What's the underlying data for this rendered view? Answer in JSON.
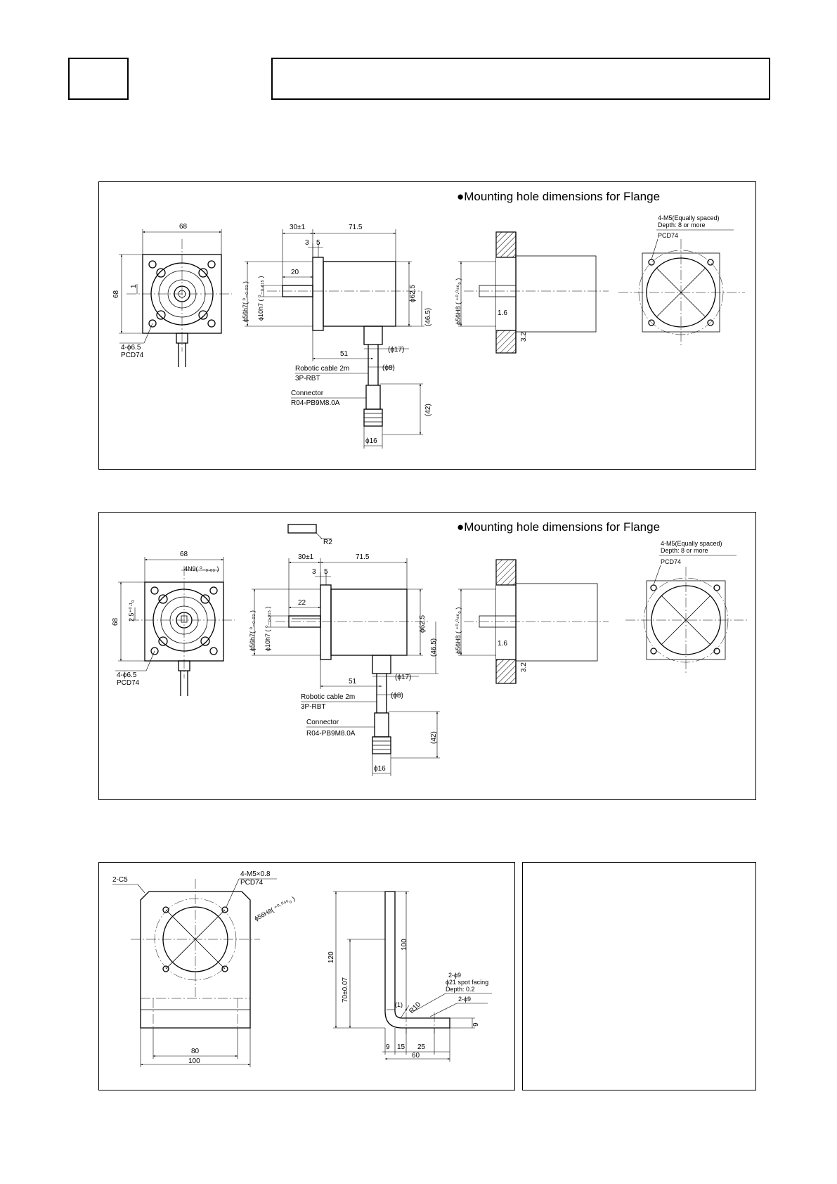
{
  "header": {
    "left_box": "",
    "right_box": ""
  },
  "panel1": {
    "heading": "●Mounting hole dimensions for  Flange",
    "labels": {
      "w68": "68",
      "h68": "68",
      "off1": "1",
      "holes": "4-ϕ6.5",
      "pcd": "PCD74",
      "d30": "30±1",
      "d71": "71.5",
      "d3": "3",
      "d5": "5",
      "d20": "20",
      "shaft_fit": "ϕ56h7( ⁰₋₀.₀₃ )",
      "shaft_d": "ϕ10h7 ( ⁰₋₀.₀₁₅ )",
      "body_d": "ϕ62.5",
      "h465": "(46.5)",
      "d51": "51",
      "d17": "(ϕ17)",
      "d8": "(ϕ8)",
      "cable": "Robotic cable 2m",
      "cable_type": "3P-RBT",
      "connector": "Connector",
      "connector_type": "R04-PB9M8.0A",
      "h42": "(42)",
      "d16": "ϕ16",
      "flange_fit": "ϕ56H8 ( ⁺⁰·⁰⁴⁶₀ )",
      "d16b": "1.6",
      "d32": "3.2",
      "tap": "4-M5(Equally spaced)",
      "depth": "Depth: 8 or more",
      "pcd2": "PCD74"
    }
  },
  "panel2": {
    "heading": "●Mounting hole dimensions for  Flange",
    "labels": {
      "r2": "R2",
      "w68": "68",
      "key": "4N9( ⁰₋₀.₀₃ )",
      "h68": "68",
      "off25": "2.5⁺⁰·¹₀",
      "holes": "4-ϕ6.5",
      "pcd": "PCD74",
      "d30": "30±1",
      "d71": "71.5",
      "d3": "3",
      "d5": "5",
      "d22": "22",
      "shaft_fit": "ϕ56h7( ⁰₋₀.₀₃ )",
      "shaft_d": "ϕ10h7 ( ⁰₋₀.₀₁₅ )",
      "body_d": "ϕ62.5",
      "h465": "(46.5)",
      "d51": "51",
      "d17": "(ϕ17)",
      "d8": "(ϕ8)",
      "cable": "Robotic cable 2m",
      "cable_type": "3P-RBT",
      "connector": "Connector",
      "connector_type": "R04-PB9M8.0A",
      "h42": "(42)",
      "d16": "ϕ16",
      "flange_fit": "ϕ56H8 ( ⁺⁰·⁰⁴⁶₀ )",
      "d16b": "1.6",
      "d32": "3.2",
      "tap": "4-M5(Equally spaced)",
      "depth": "Depth: 8 or more",
      "pcd2": "PCD74"
    }
  },
  "panel3": {
    "labels": {
      "c5": "2-C5",
      "tap": "4-M5×0.8",
      "pcd": "PCD74",
      "fit": "ϕ56H8( ⁺⁰·⁰⁴⁶₀ )",
      "w80": "80",
      "w100": "100",
      "h120": "120",
      "h70": "70±0.07",
      "h100": "100",
      "hole": "2-ϕ9",
      "spot": "ϕ21 spot facing",
      "depth": "Depth: 0.2",
      "hole2": "2-ϕ9",
      "r10": "R10",
      "one": "(1)",
      "nine_v": "9",
      "b9": "9",
      "b15": "15",
      "b25": "25",
      "b60": "60"
    }
  },
  "notes_box": ""
}
